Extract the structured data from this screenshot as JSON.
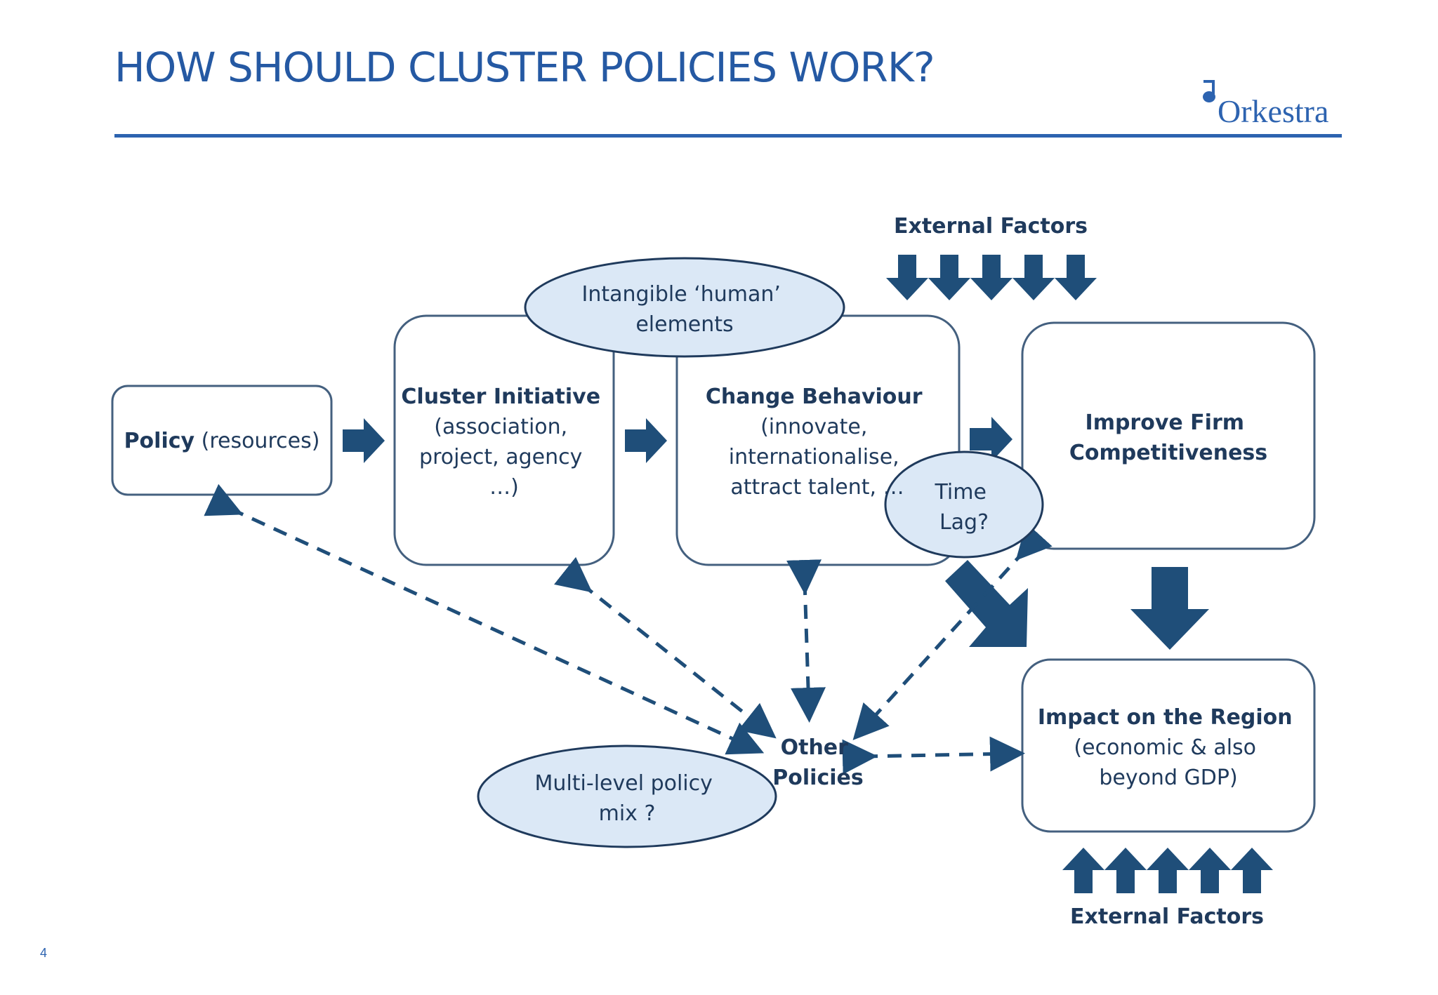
{
  "title": "HOW SHOULD CLUSTER POLICIES WORK?",
  "logo": {
    "text": "Orkestra"
  },
  "page_number": "4",
  "colors": {
    "title": "#2559a3",
    "accent_rule": "#2d63b0",
    "arrow": "#1f4e79",
    "box_stroke": "#44607f",
    "ellipse_fill": "#dbe8f6"
  },
  "nodes": {
    "policy": {
      "bold": "Policy",
      "rest": " (resources)"
    },
    "cluster_initiative": {
      "bold": "Cluster Initiative",
      "lines": [
        "(association,",
        "project, agency",
        "…)"
      ]
    },
    "change_behaviour": {
      "bold": "Change Behaviour",
      "lines": [
        "(innovate,",
        "internationalise,",
        "attract talent, …"
      ]
    },
    "improve_firm": {
      "lines": [
        "Improve Firm",
        "Competitiveness"
      ]
    },
    "impact_region": {
      "bold": "Impact on the Region",
      "lines": [
        "(economic & also",
        "beyond GDP)"
      ]
    },
    "other_policies": {
      "lines": [
        "Other",
        "Policies"
      ]
    },
    "intangible": {
      "lines": [
        "Intangible ‘human’",
        "elements"
      ]
    },
    "time_lag": {
      "lines": [
        "Time",
        "Lag?"
      ]
    },
    "multi_level": {
      "lines": [
        "Multi-level policy",
        "mix ?"
      ]
    },
    "external_top": "External Factors",
    "external_bottom": "External Factors"
  }
}
